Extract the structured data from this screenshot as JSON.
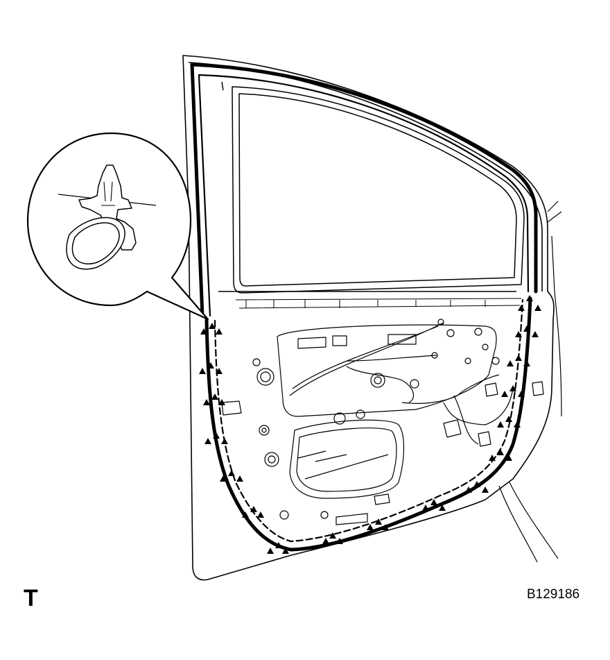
{
  "figure": {
    "corner_mark": "T",
    "figure_number": "B129186",
    "line_color": "#000000",
    "background_color": "#ffffff"
  },
  "icons": {
    "clip_marker": "filled-triangle-icon",
    "detail_callout": "clip-detail-callout"
  }
}
